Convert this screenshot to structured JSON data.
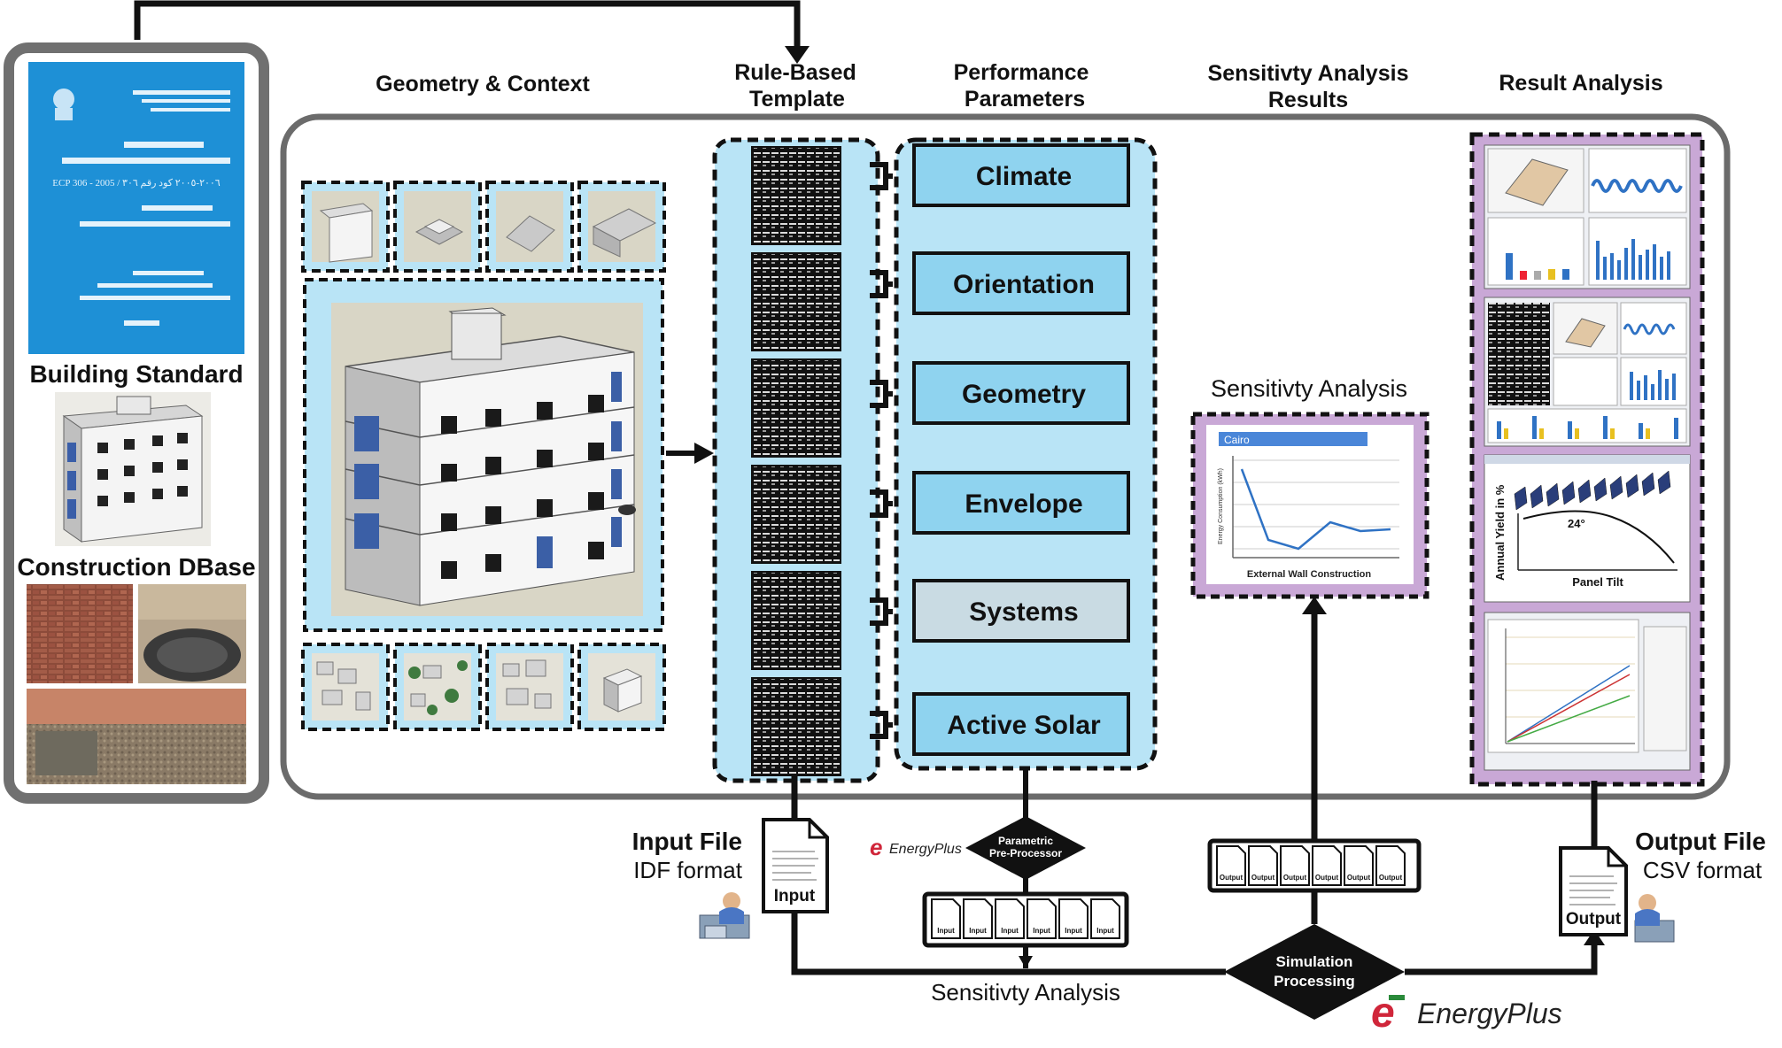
{
  "headers": {
    "geometry_context": "Geometry & Context",
    "rule_template": [
      "Rule-Based",
      "Template"
    ],
    "performance_params": [
      "Performance",
      "Parameters"
    ],
    "sensitivity_results": [
      "Sensitivty Analysis",
      "Results"
    ],
    "result_analysis": "Result Analysis"
  },
  "left_panel": {
    "building_standard": "Building Standard",
    "construction_dbase": "Construction DBase",
    "book_code": "ECP 306 - 2005 / ٢٠٠٦-٢٠٠٥ كود رقم ٣٠٦",
    "book_year": "٢٠٠٦"
  },
  "parameters": [
    {
      "label": "Climate",
      "color": "#8fd3ef"
    },
    {
      "label": "Orientation",
      "color": "#8fd3ef"
    },
    {
      "label": "Geometry",
      "color": "#8fd3ef"
    },
    {
      "label": "Envelope",
      "color": "#8fd3ef"
    },
    {
      "label": "Systems",
      "color": "#c9dbe3"
    },
    {
      "label": "Active Solar",
      "color": "#8fd3ef"
    }
  ],
  "sensitivity_chart": {
    "title": "Sensitivty Analysis",
    "city": "Cairo",
    "xlabel": "External Wall Construction",
    "ylabel": "Energy Consumption (kWh)"
  },
  "flow": {
    "input_file": "Input File",
    "idf_format": "IDF format",
    "input_doc": "Input",
    "output_file": "Output File",
    "csv_format": "CSV format",
    "output_doc": "Output",
    "pre_processor": [
      "Parametric",
      "Pre-Processor"
    ],
    "simulation": [
      "Simulation",
      "Processing"
    ],
    "sensitivity_bottom": "Sensitivty Analysis",
    "energyplus_small": "EnergyPlus",
    "energyplus_large": "EnergyPlus",
    "input_stack_label": "Input",
    "output_stack_label": "Output"
  },
  "result_charts": {
    "annual_yield": "Annual Yield in %",
    "panel_tilt": "Panel Tilt",
    "tilt_value": "24°"
  },
  "colors": {
    "light_blue": "#b9e4f6",
    "param_blue": "#8fd3ef",
    "purple": "#c9a8d6",
    "gray_frame": "#6b6b6b"
  }
}
